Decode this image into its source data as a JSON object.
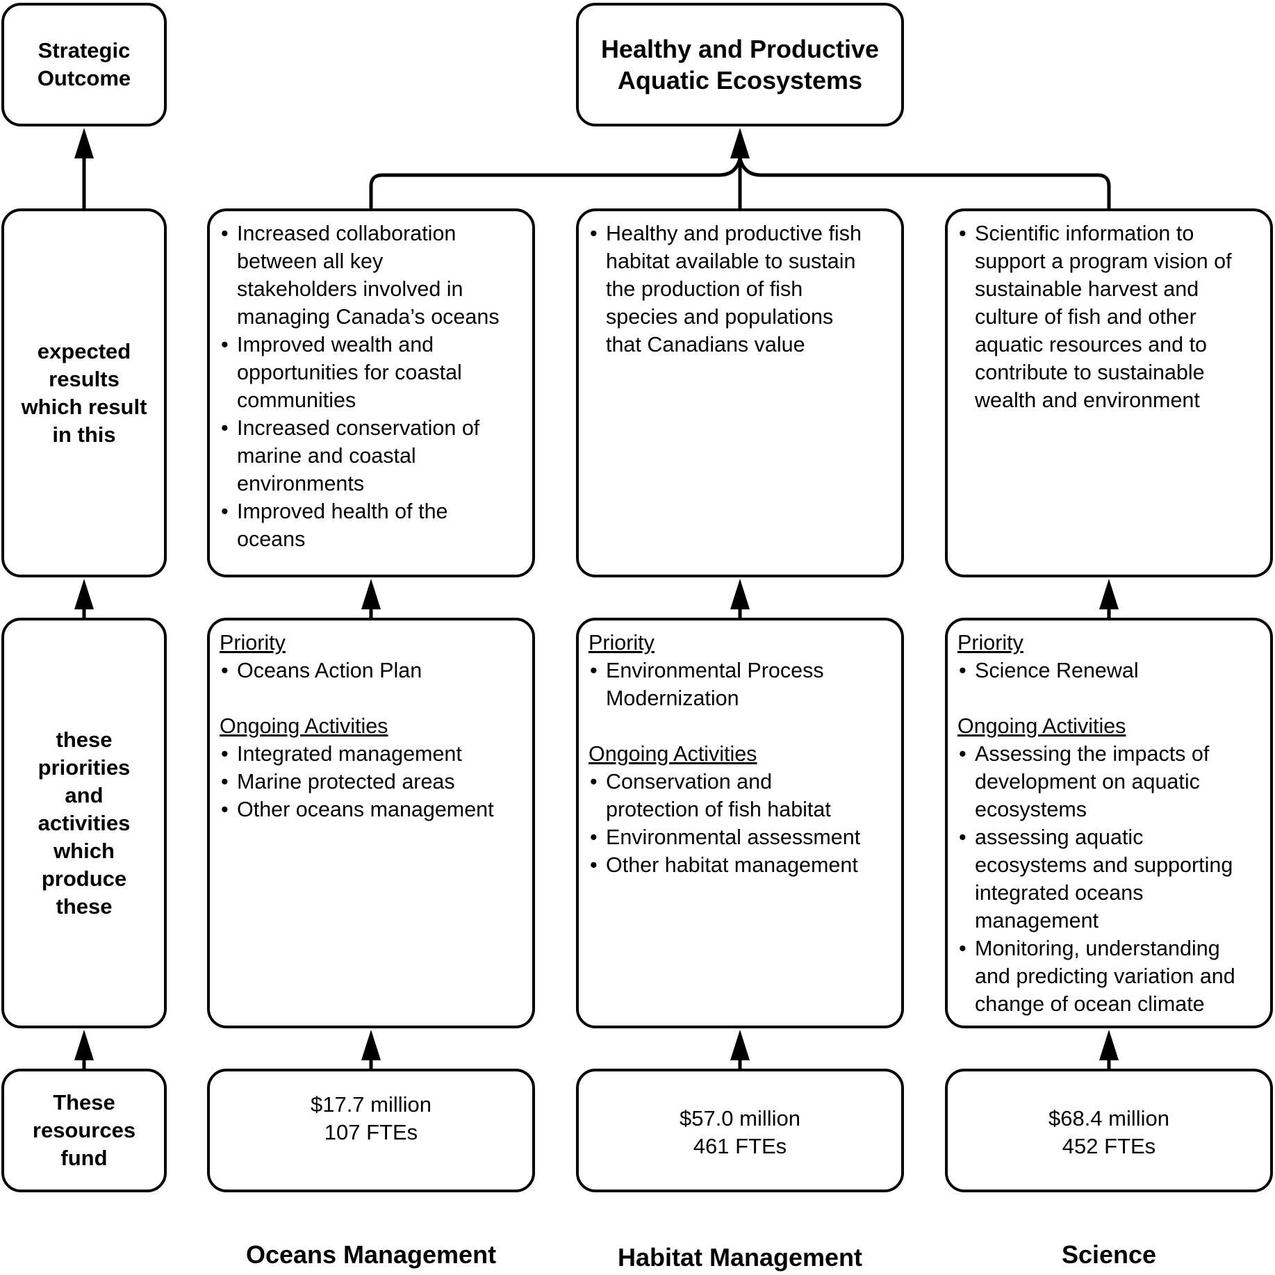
{
  "legend": {
    "strategic_outcome": [
      "Strategic",
      "Outcome"
    ],
    "expected_results": [
      "expected",
      "results",
      "which result",
      "in this"
    ],
    "priorities": [
      "these",
      "priorities",
      "and",
      "activities",
      "which",
      "produce",
      "these"
    ],
    "resources": [
      "These",
      "resources",
      "fund"
    ]
  },
  "outcome": {
    "title_lines": [
      "Healthy and Productive",
      "Aquatic Ecosystems"
    ]
  },
  "programs": [
    {
      "name": "Oceans Management",
      "results": [
        [
          "Increased collaboration",
          "between all key",
          "stakeholders involved in",
          "managing Canada’s oceans"
        ],
        [
          "Improved wealth and",
          "opportunities for coastal",
          "communities"
        ],
        [
          "Increased conservation of",
          "marine and coastal",
          "environments"
        ],
        [
          "Improved health of the",
          "oceans"
        ]
      ],
      "priority_heading": "Priority",
      "priorities": [
        [
          "Oceans Action Plan"
        ]
      ],
      "activities_heading": "Ongoing Activities",
      "activities": [
        [
          "Integrated management"
        ],
        [
          "Marine protected areas"
        ],
        [
          "Other oceans management"
        ]
      ],
      "funding": "$17.7 million",
      "ftes": "107 FTEs"
    },
    {
      "name": "Habitat Management",
      "results": [
        [
          "Healthy and productive fish",
          "habitat available to sustain",
          "the production of fish",
          "species and populations",
          "that Canadians value"
        ]
      ],
      "priority_heading": "Priority",
      "priorities": [
        [
          "Environmental Process",
          "Modernization"
        ]
      ],
      "activities_heading": "Ongoing Activities",
      "activities": [
        [
          "Conservation and",
          "protection of fish habitat"
        ],
        [
          "Environmental assessment"
        ],
        [
          "Other habitat management"
        ]
      ],
      "funding": "$57.0 million",
      "ftes": "461 FTEs"
    },
    {
      "name": "Science",
      "results": [
        [
          "Scientific information to",
          "support a program vision of",
          "sustainable harvest and",
          "culture of fish and other",
          "aquatic resources and to",
          "contribute to sustainable",
          "wealth and environment"
        ]
      ],
      "priority_heading": "Priority",
      "priorities": [
        [
          "Science Renewal"
        ]
      ],
      "activities_heading": "Ongoing Activities",
      "activities": [
        [
          "Assessing the impacts of",
          "development on aquatic",
          "ecosystems"
        ],
        [
          "assessing aquatic",
          "ecosystems and supporting",
          "integrated oceans",
          "management"
        ],
        [
          "Monitoring, understanding",
          "and predicting variation and",
          "change of ocean climate"
        ]
      ],
      "funding": "$68.4 million",
      "ftes": "452 FTEs"
    }
  ]
}
